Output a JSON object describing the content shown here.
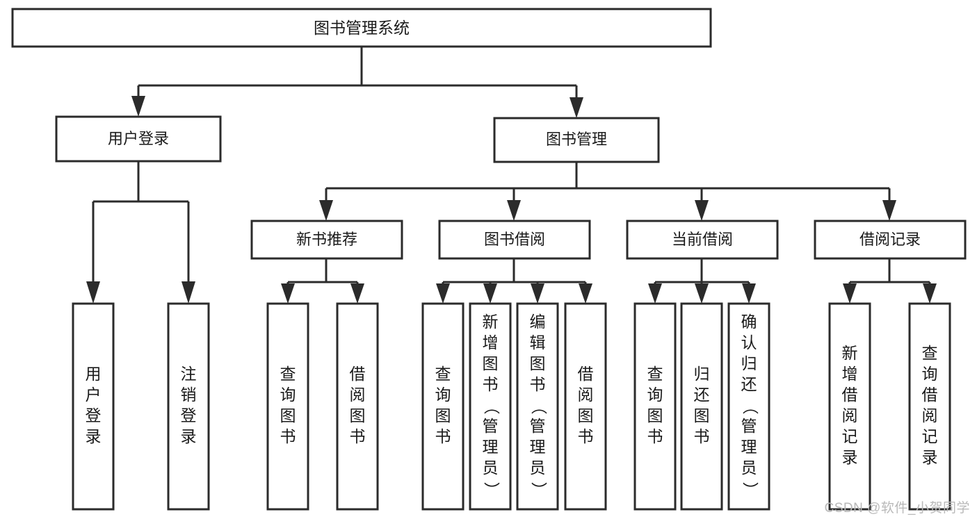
{
  "diagram": {
    "title": "图书管理系统",
    "type": "tree-hierarchy-diagram",
    "orientation": "top-down",
    "colors": {
      "box_fill": "#ffffff",
      "box_stroke": "#2b2b2b",
      "text": "#1a1a1a",
      "background": "#ffffff",
      "watermark": "#b9b9b9"
    },
    "levels": {
      "root": {
        "label": "图书管理系统"
      },
      "level2": [
        {
          "id": "user-login",
          "label": "用户登录"
        },
        {
          "id": "book-management",
          "label": "图书管理"
        }
      ],
      "level3": [
        {
          "id": "new-book-recommend",
          "label": "新书推荐",
          "parent": "book-management"
        },
        {
          "id": "book-borrow",
          "label": "图书借阅",
          "parent": "book-management"
        },
        {
          "id": "current-borrow",
          "label": "当前借阅",
          "parent": "book-management"
        },
        {
          "id": "borrow-record",
          "label": "借阅记录",
          "parent": "book-management"
        }
      ],
      "leaves": [
        {
          "id": "leaf-user-login",
          "label": "用户登录",
          "parent": "user-login"
        },
        {
          "id": "leaf-logout-login",
          "label": "注销登录",
          "parent": "user-login"
        },
        {
          "id": "leaf-query-book-1",
          "label": "查询图书",
          "parent": "new-book-recommend"
        },
        {
          "id": "leaf-borrow-book-1",
          "label": "借阅图书",
          "parent": "new-book-recommend"
        },
        {
          "id": "leaf-query-book-2",
          "label": "查询图书",
          "parent": "book-borrow"
        },
        {
          "id": "leaf-add-book",
          "label": "新增图书（管理员）",
          "parent": "book-borrow"
        },
        {
          "id": "leaf-edit-book",
          "label": "编辑图书（管理员）",
          "parent": "book-borrow"
        },
        {
          "id": "leaf-borrow-book-2",
          "label": "借阅图书",
          "parent": "book-borrow"
        },
        {
          "id": "leaf-query-book-3",
          "label": "查询图书",
          "parent": "current-borrow"
        },
        {
          "id": "leaf-return-book",
          "label": "归还图书",
          "parent": "current-borrow"
        },
        {
          "id": "leaf-confirm-return",
          "label": "确认归还（管理员）",
          "parent": "current-borrow"
        },
        {
          "id": "leaf-add-record",
          "label": "新增借阅记录",
          "parent": "borrow-record"
        },
        {
          "id": "leaf-query-record",
          "label": "查询借阅记录",
          "parent": "borrow-record"
        }
      ]
    }
  },
  "watermark": {
    "text": "CSDN @软件_小贺同学"
  }
}
